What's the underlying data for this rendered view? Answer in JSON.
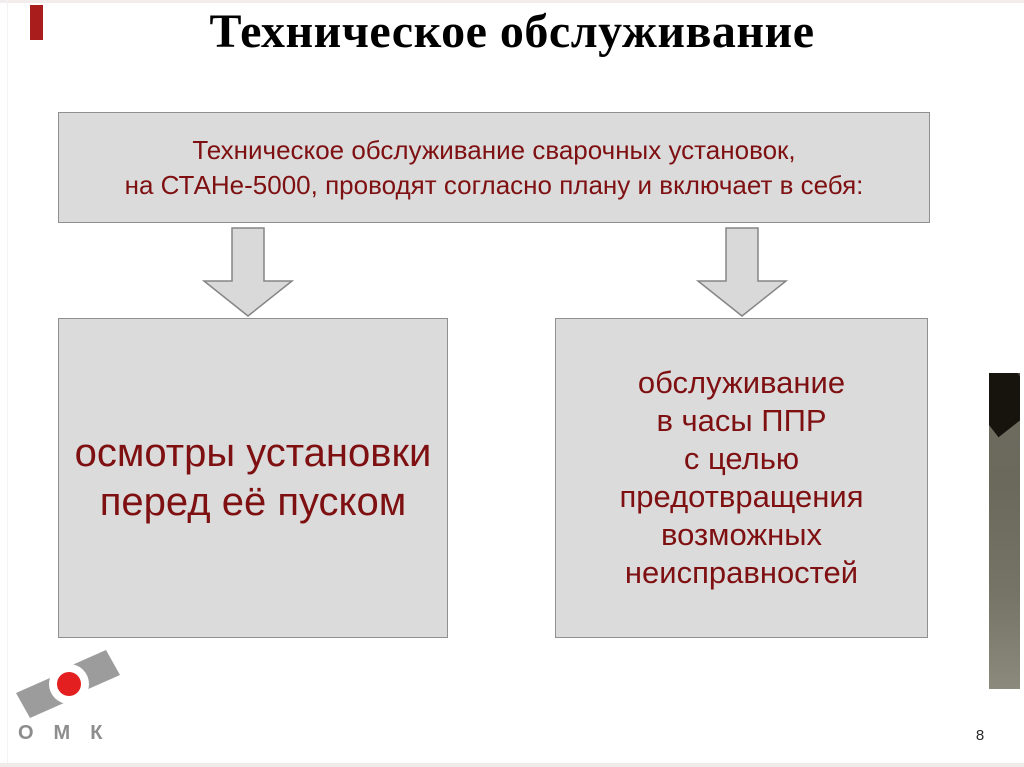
{
  "slide": {
    "title": "Техническое обслуживание",
    "top_box": {
      "line1": "Техническое обслуживание сварочных установок,",
      "line2": "на СТАНе-5000, проводят согласно плану и включает в себя:"
    },
    "left_box": {
      "line1": "осмотры установки",
      "line2": "перед её пуском"
    },
    "right_box": {
      "lines": [
        "обслуживание",
        "в часы ППР",
        "с целью",
        "предотвращения",
        "возможных",
        "неисправностей"
      ]
    },
    "logo": {
      "text": "ОМК"
    },
    "page_number": "8",
    "colors": {
      "box_fill": "#dbdbdb",
      "box_border": "#909090",
      "text_maroon": "#7e1012",
      "accent_red": "#aa1d1d",
      "arrow_fill": "#d9d9d9",
      "arrow_border": "#858585",
      "logo_grey": "#9c9c9c",
      "logo_text_grey": "#8d8d8d",
      "logo_red": "#e41f1f"
    }
  }
}
